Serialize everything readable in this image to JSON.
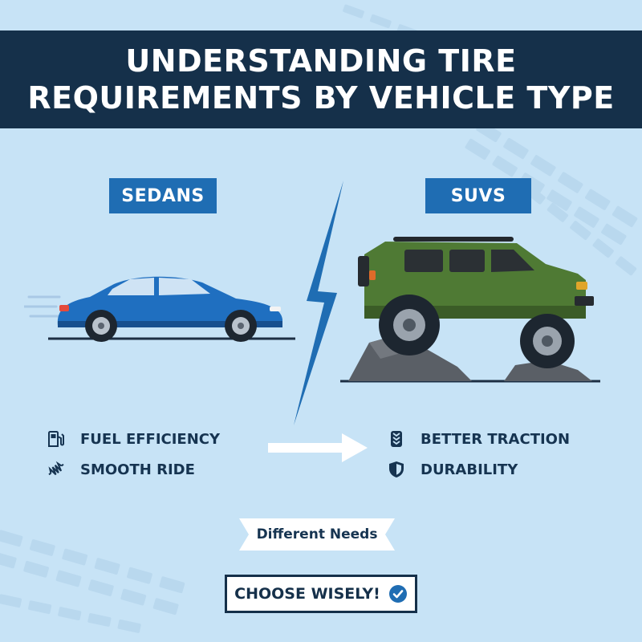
{
  "title": {
    "line1": "UNDERSTANDING TIRE",
    "line2": "REQUIREMENTS BY VEHICLE TYPE"
  },
  "sedans": {
    "label": "SEDANS",
    "features": [
      {
        "label": "FUEL EFFICIENCY",
        "icon": "fuel-pump-icon"
      },
      {
        "label": "SMOOTH RIDE",
        "icon": "suspension-spring-icon"
      }
    ]
  },
  "suvs": {
    "label": "SUVS",
    "features": [
      {
        "label": "BETTER TRACTION",
        "icon": "tire-tread-icon"
      },
      {
        "label": "DURABILITY",
        "icon": "shield-icon"
      }
    ]
  },
  "ribbon": {
    "label": "Different Needs"
  },
  "cta": {
    "label": "CHOOSE WISELY!",
    "icon": "checkmark-circle-icon"
  },
  "colors": {
    "background": "#c7e3f6",
    "header": "#15304a",
    "accent_blue": "#1f6db3",
    "sedan_body": "#1f6fc0",
    "suv_body": "#4f7a34",
    "rock": "#5a5f66"
  }
}
